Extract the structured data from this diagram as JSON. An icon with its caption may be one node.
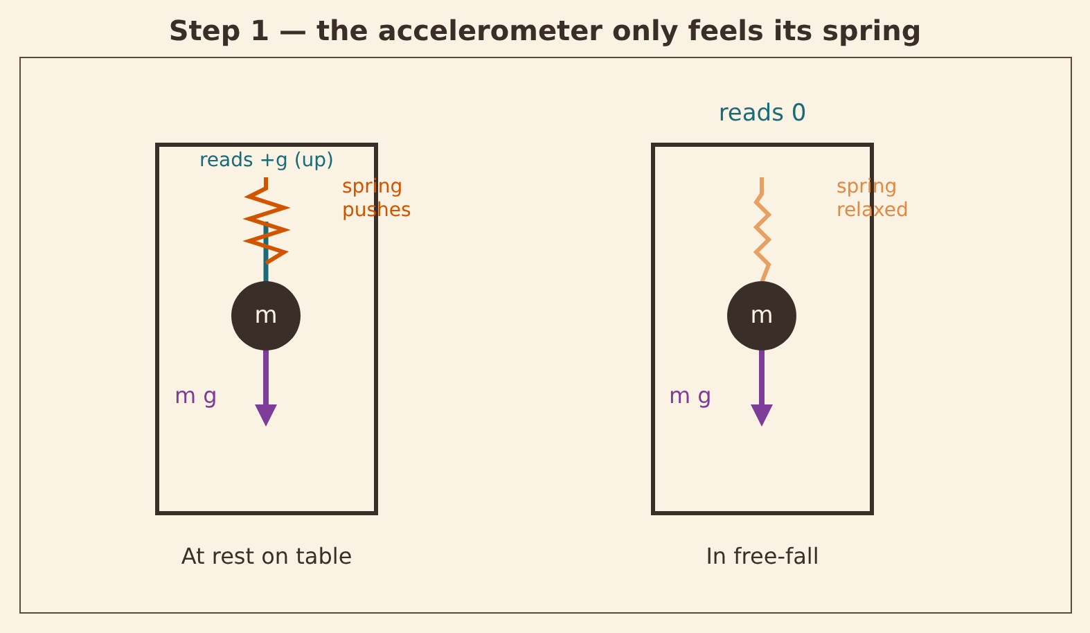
{
  "diagram": {
    "title": "Step 1 — the accelerometer only feels its spring",
    "nodes": [
      {
        "text": [
          "reads +g (up)"
        ],
        "beside": [
          "At rest on table"
        ]
      },
      {
        "text": [
          "m"
        ],
        "in": 0
      },
      {
        "text": [
          "reads 0"
        ],
        "beside": [
          "In free-fall"
        ]
      },
      {
        "text": [
          "m"
        ],
        "in": 2
      }
    ],
    "edges": [],
    "labels": [
      "spring pushes",
      "m g",
      "spring relaxed",
      "m g"
    ]
  }
}
